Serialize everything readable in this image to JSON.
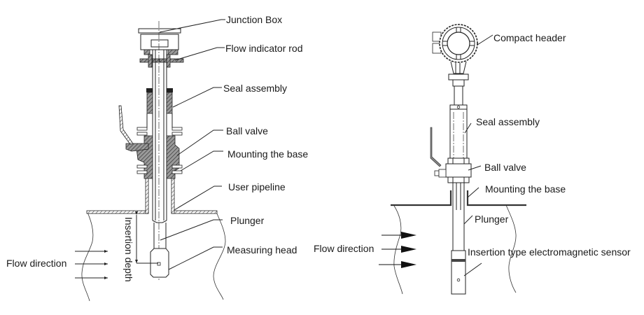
{
  "figure": {
    "left_diagram": {
      "title": "Split-type insertion flowmeter installation",
      "labels": {
        "junction_box": "Junction Box",
        "flow_indicator_rod": "Flow indicator rod",
        "seal_assembly": "Seal assembly",
        "ball_valve": "Ball valve",
        "mounting_base": "Mounting the base",
        "user_pipeline": "User pipeline",
        "plunger": "Plunger",
        "measuring_head": "Measuring head",
        "flow_direction": "Flow direction",
        "insertion_depth": "Insertion depth"
      }
    },
    "right_diagram": {
      "title": "Compact insertion flowmeter installation",
      "labels": {
        "compact_header": "Compact header",
        "seal_assembly": "Seal assembly",
        "ball_valve": "Ball valve",
        "mounting_base": "Mounting the base",
        "plunger": "Plunger",
        "flow_direction": "Flow direction",
        "sensor": "Insertion type electromagnetic sensor"
      }
    },
    "colors": {
      "line": "#222222",
      "text": "#1a1a1a",
      "background": "#ffffff"
    }
  }
}
